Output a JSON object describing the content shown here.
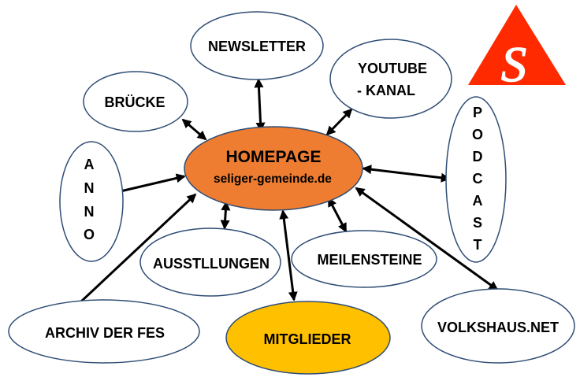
{
  "hub": {
    "title": "HOMEPAGE",
    "subtitle": "seliger-gemeinde.de"
  },
  "nodes": {
    "newsletter": {
      "label": "NEWSLETTER"
    },
    "youtube": {
      "line1": "YOUTUBE",
      "line2": "- KANAL"
    },
    "bruecke": {
      "label": "BRÜCKE"
    },
    "anno": {
      "letters": [
        "A",
        "N",
        "N",
        "O"
      ]
    },
    "podcast": {
      "letters": [
        "P",
        "O",
        "D",
        "C",
        "A",
        "S",
        "T"
      ]
    },
    "ausstellungen": {
      "label": "AUSSTLLUNGEN"
    },
    "meilensteine": {
      "label": "MEILENSTEINE"
    },
    "archiv": {
      "label": "ARCHIV DER FES"
    },
    "mitglieder": {
      "label": "MITGLIEDER"
    },
    "volkshaus": {
      "label": "VOLKSHAUS.NET"
    }
  },
  "logo": {
    "letter": "S"
  },
  "colors": {
    "hub_fill": "#ee7d31",
    "mitglieder_fill": "#ffc000",
    "node_border": "#2f4d75",
    "logo_red": "#ff2a00"
  }
}
